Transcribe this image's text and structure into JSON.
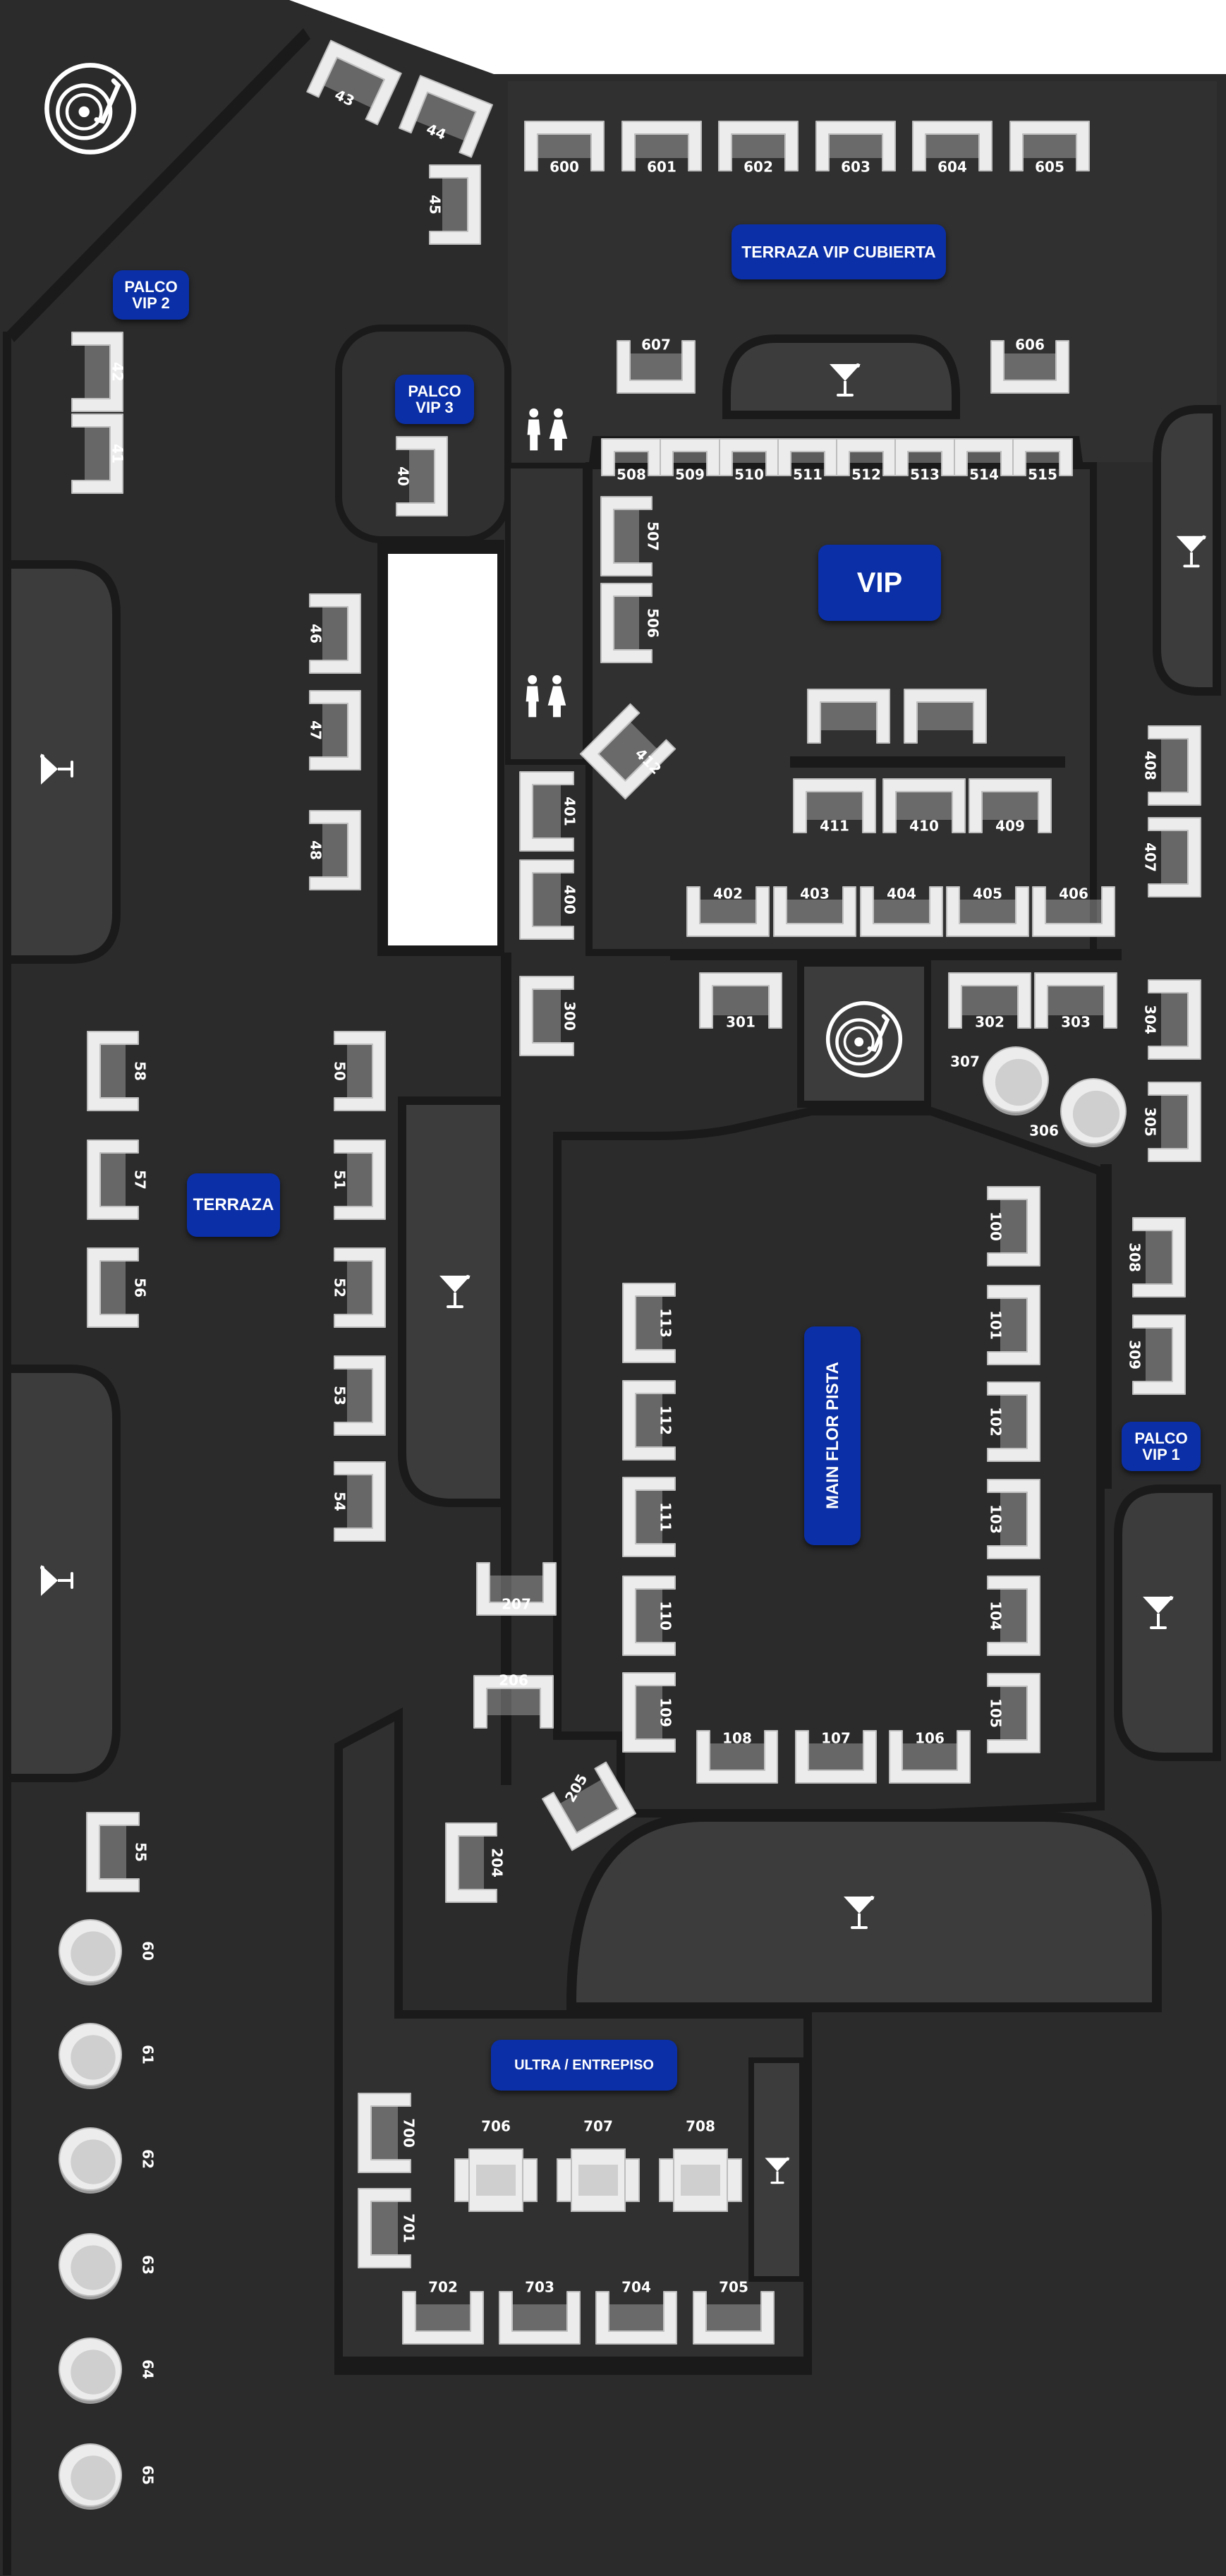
{
  "zones": {
    "terraza_vip_cubierta": "TERRAZA VIP CUBIERTA",
    "vip": "VIP",
    "palco_vip_2": "PALCO\nVIP  2",
    "palco_vip_3": "PALCO\nVIP  3",
    "palco_vip_1": "PALCO\nVIP  1",
    "terraza": "TERRAZA",
    "main_floor": "MAIN FLOR PISTA",
    "ultra": "ULTRA / ENTREPISO"
  },
  "tables": {
    "terraza_vip": [
      "600",
      "601",
      "602",
      "603",
      "604",
      "605",
      "606",
      "607"
    ],
    "vip_bar_row": [
      "508",
      "509",
      "510",
      "511",
      "512",
      "513",
      "514",
      "515"
    ],
    "vip_side": [
      "507",
      "506",
      "412"
    ],
    "vip_inner": [
      "411",
      "410",
      "409"
    ],
    "vip_front": [
      "402",
      "403",
      "404",
      "405",
      "406"
    ],
    "vip_left": [
      "401",
      "400",
      "300"
    ],
    "right_column": [
      "408",
      "407",
      "304",
      "305",
      "308",
      "309"
    ],
    "dj_front": [
      "301",
      "302",
      "303",
      "306",
      "307"
    ],
    "palco_top": [
      "43",
      "44",
      "45",
      "42",
      "41",
      "40"
    ],
    "left_stairs": [
      "46",
      "47",
      "48"
    ],
    "terraza_left": [
      "58",
      "57",
      "56"
    ],
    "terraza_right": [
      "50",
      "51",
      "52",
      "53",
      "54"
    ],
    "main_left": [
      "113",
      "112",
      "111",
      "110",
      "109"
    ],
    "main_right": [
      "100",
      "101",
      "102",
      "103",
      "104",
      "105"
    ],
    "main_bottom": [
      "108",
      "107",
      "106"
    ],
    "mid_left": [
      "207",
      "206",
      "205",
      "204"
    ],
    "lower_left": [
      "55",
      "60",
      "61",
      "62",
      "63",
      "64",
      "65"
    ],
    "ultra_side": [
      "700",
      "701"
    ],
    "ultra_tops": [
      "706",
      "707",
      "708"
    ],
    "ultra_bottom": [
      "702",
      "703",
      "704",
      "705"
    ]
  },
  "icons": [
    "dj-turntable-icon",
    "cocktail-bar-icon",
    "restroom-icon"
  ],
  "colors": {
    "background": "#2b2b2c",
    "floor": "#303031",
    "bar": "#3c3c3d",
    "wall": "#1a1a1b",
    "furniture": "#ececec",
    "zone_label": "#0b2fa6"
  }
}
